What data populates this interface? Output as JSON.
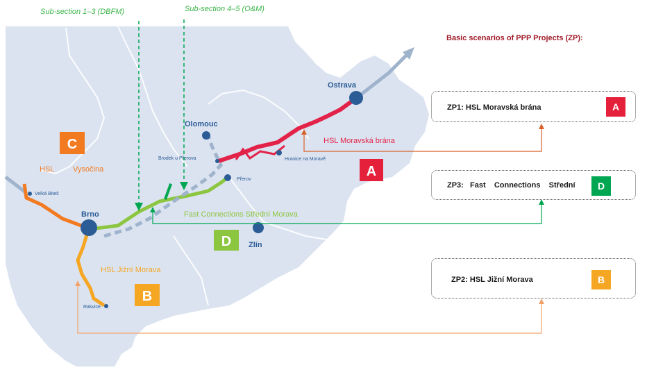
{
  "colors": {
    "land": "#dbe3f0",
    "red_route": "#e32249",
    "green_route": "#8cc641",
    "orange_route": "#f27a21",
    "yellow_route": "#f5a623",
    "dashed_route": "#9fb3cc",
    "city": "#2b5c96",
    "badge_a": "#e5203a",
    "badge_b": "#f5a623",
    "badge_c": "#f27a21",
    "badge_d": "#8cc641",
    "badge_d_box": "#00a651"
  },
  "legend": {
    "title": "Basic scenarios of PPP Projects (ZP):",
    "zp1": {
      "label": "ZP1: HSL Moravská brána",
      "badge": "A"
    },
    "zp3": {
      "label": "ZP3:   Fast    Connections    Střední",
      "badge": "D"
    },
    "zp2": {
      "label": "ZP2: HSL Jižní Morava",
      "badge": "B"
    }
  },
  "sections": {
    "dbfm": "Sub-section 1–3 (DBFM)",
    "om": "Sub-section 4–5 (O&M)"
  },
  "map": {
    "badges": {
      "a": "A",
      "b": "B",
      "c": "C",
      "d": "D"
    },
    "cities": {
      "ostrava": "Ostrava",
      "olomouc": "Olomouc",
      "brno": "Brno",
      "zlin": "Zlín",
      "prerov": "Přerov",
      "brodek": "Brodek u Přerova",
      "hranice": "Hranice na Moravě",
      "velka_bites": "Velká Biteš",
      "rakvice": "Rakvice"
    },
    "routes": {
      "moravska_brana": "HSL Moravská brána",
      "fast_connections": "Fast Connections Střední Morava",
      "hsl": "HSL",
      "vysocina": "Vysočina",
      "jizni_morava": "HSL Jižní Morava"
    }
  }
}
